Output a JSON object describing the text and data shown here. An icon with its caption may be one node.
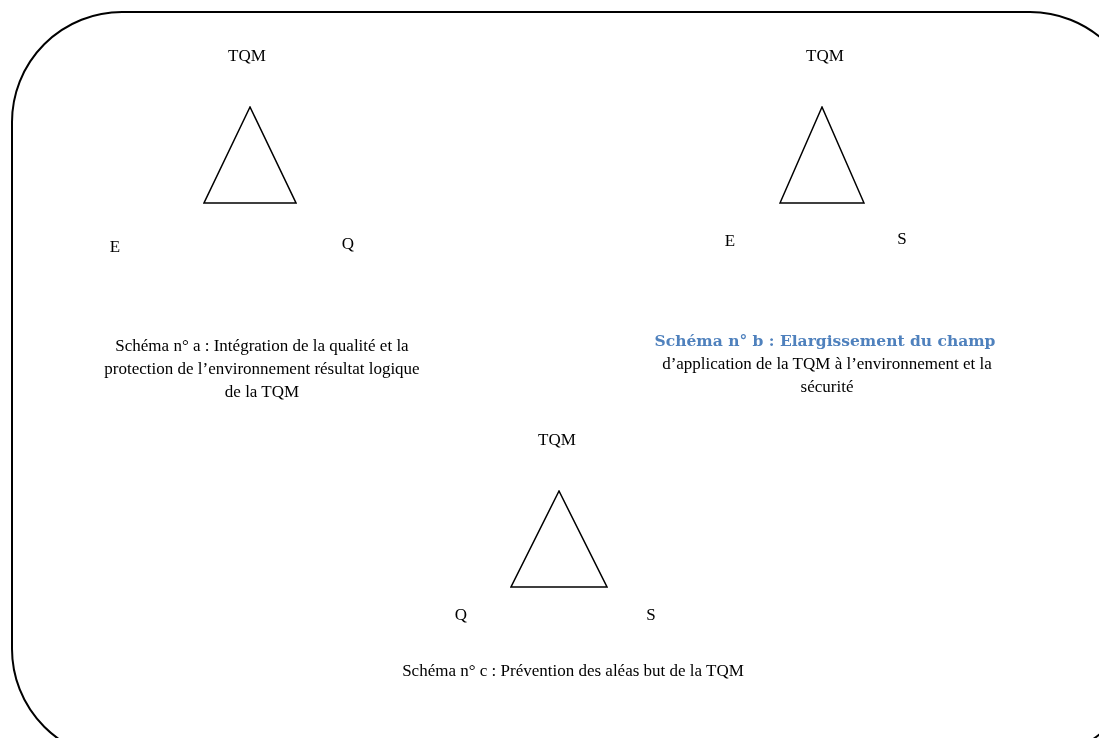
{
  "diagram": {
    "nodes": [
      {
        "text": [],
        "shape": "box"
      },
      {
        "text": [],
        "shape": "triangle",
        "in": 0
      },
      {
        "text": [],
        "shape": "triangle",
        "in": 0
      },
      {
        "text": [],
        "shape": "triangle",
        "in": 0
      }
    ],
    "edges": [],
    "labels": [
      "TQM",
      "TQM",
      "E",
      "Q",
      "E",
      "S",
      "Schéma n° a : Intégration de la qualité et la protection de l’environnement résultat logique de la TQM",
      "Schéma n° b : Elargissement du champ",
      "d’application de la TQM à l’environnement et la sécurité",
      "TQM",
      "Q",
      "S",
      "Schéma n° c : Prévention des aléas but de la TQM"
    ]
  }
}
